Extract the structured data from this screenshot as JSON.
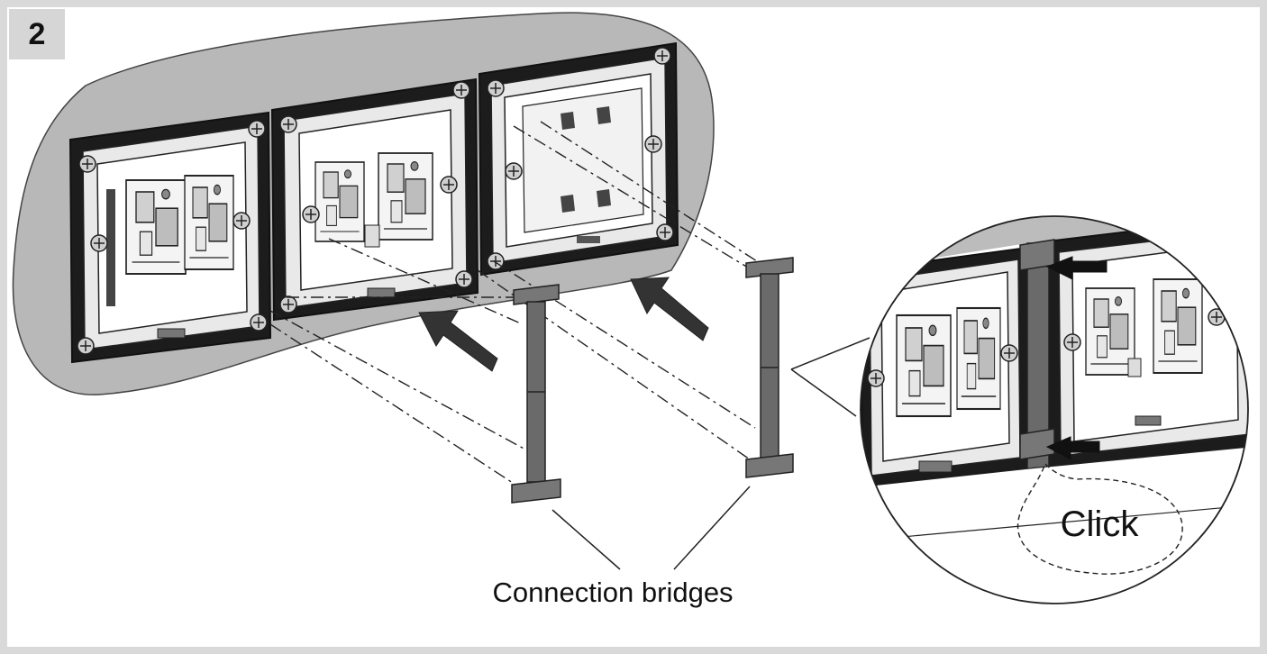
{
  "step": {
    "number": "2"
  },
  "labels": {
    "bridges": "Connection bridges",
    "click": "Click"
  },
  "colors": {
    "frame_border": "#d9d9d9",
    "wall": "#b8b8b8",
    "line": "#222222",
    "bridge": "#666666",
    "arrow": "#333333"
  }
}
